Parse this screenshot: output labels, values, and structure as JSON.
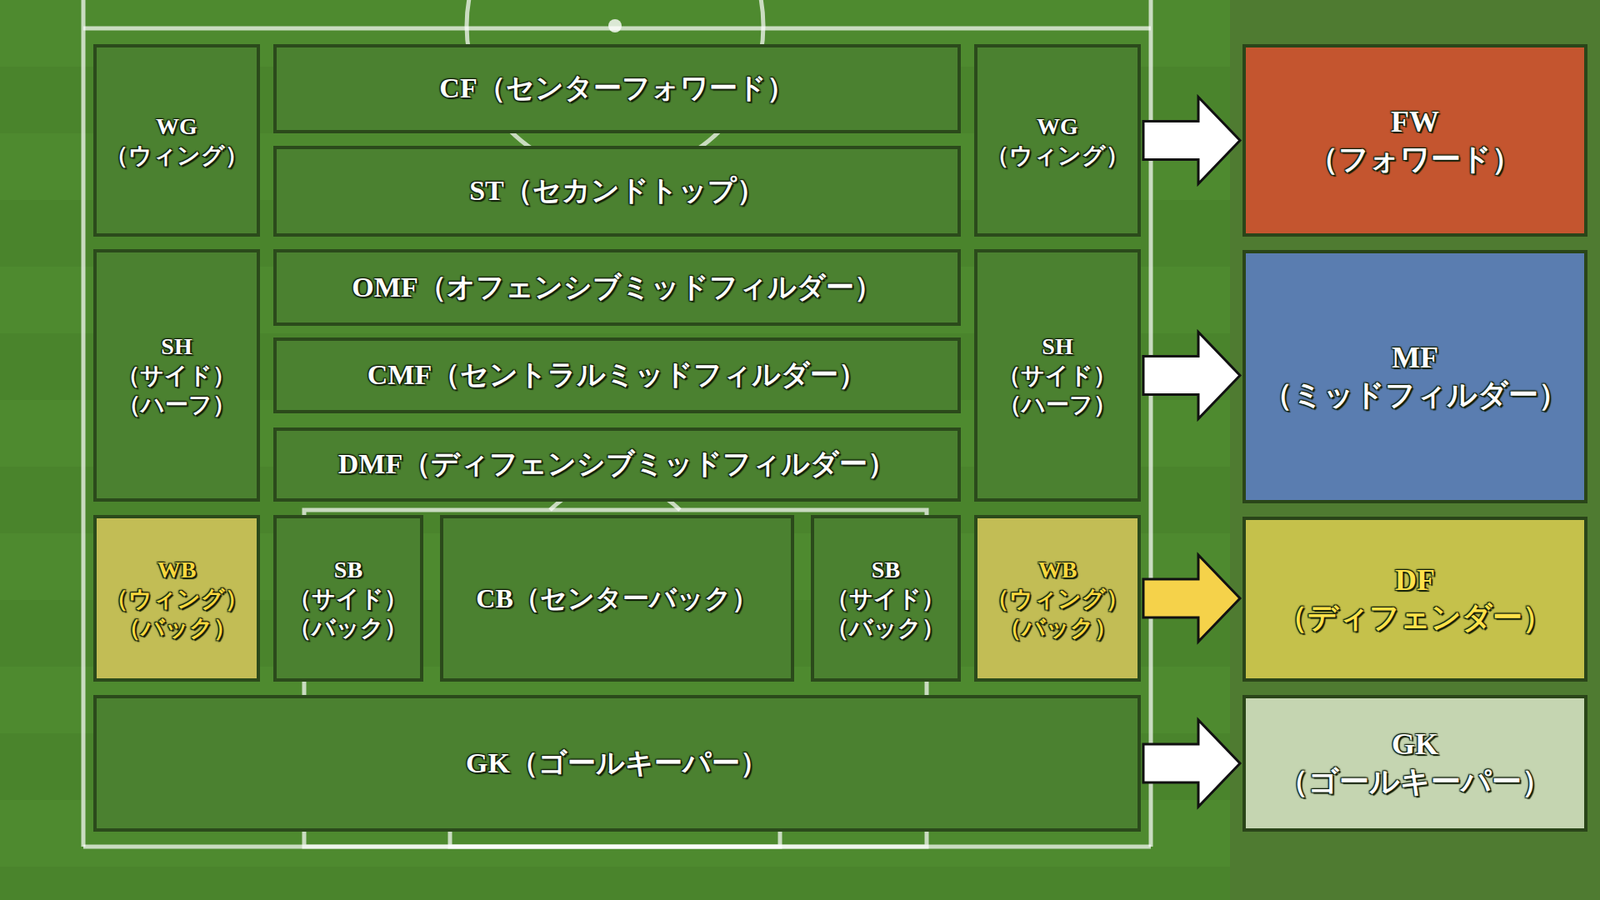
{
  "diagram": {
    "nodes": [
      {
        "text": [
          "WG （ウィング）"
        ]
      },
      {
        "text": [
          "CF（センターフォワード）"
        ]
      },
      {
        "text": [
          "WG （ウィング）"
        ]
      },
      {
        "text": [
          "FW （フォワード）"
        ]
      },
      {
        "text": [
          "ST（セカンドトップ）"
        ]
      },
      {
        "text": [
          "SH （サイド） （ハーフ）"
        ]
      },
      {
        "text": [
          "OMF（オフェンシブミッドフィルダー）"
        ]
      },
      {
        "text": [
          "SH （サイド） （ハーフ）"
        ]
      },
      {
        "text": [
          "MF （ミッドフィルダー）"
        ]
      },
      {
        "text": [
          "CMF（セントラルミッドフィルダー）"
        ]
      },
      {
        "text": [
          "DMF（ディフェンシブミッドフィルダー）"
        ]
      },
      {
        "text": [
          "WB （ウィング） （バック）"
        ]
      },
      {
        "text": [
          "SB （サイド） （バック）"
        ]
      },
      {
        "text": [
          "CB（センターバック）"
        ]
      },
      {
        "text": [
          "SB （サイド） （バック）"
        ]
      },
      {
        "text": [
          "WB （ウィング） （バック）"
        ]
      },
      {
        "text": [
          "DF （ディフェンダー）"
        ]
      },
      {
        "text": [
          "GK（ゴールキーパー）"
        ]
      },
      {
        "text": [
          "GK （ゴールキーパー）"
        ]
      }
    ],
    "edges": [
      {
        "from": 2,
        "to": 3,
        "arrow": "to"
      },
      {
        "from": 7,
        "to": 8,
        "arrow": "to"
      },
      {
        "from": 15,
        "to": 16,
        "arrow": "to"
      },
      {
        "from": 17,
        "to": 18,
        "arrow": "to"
      }
    ]
  }
}
